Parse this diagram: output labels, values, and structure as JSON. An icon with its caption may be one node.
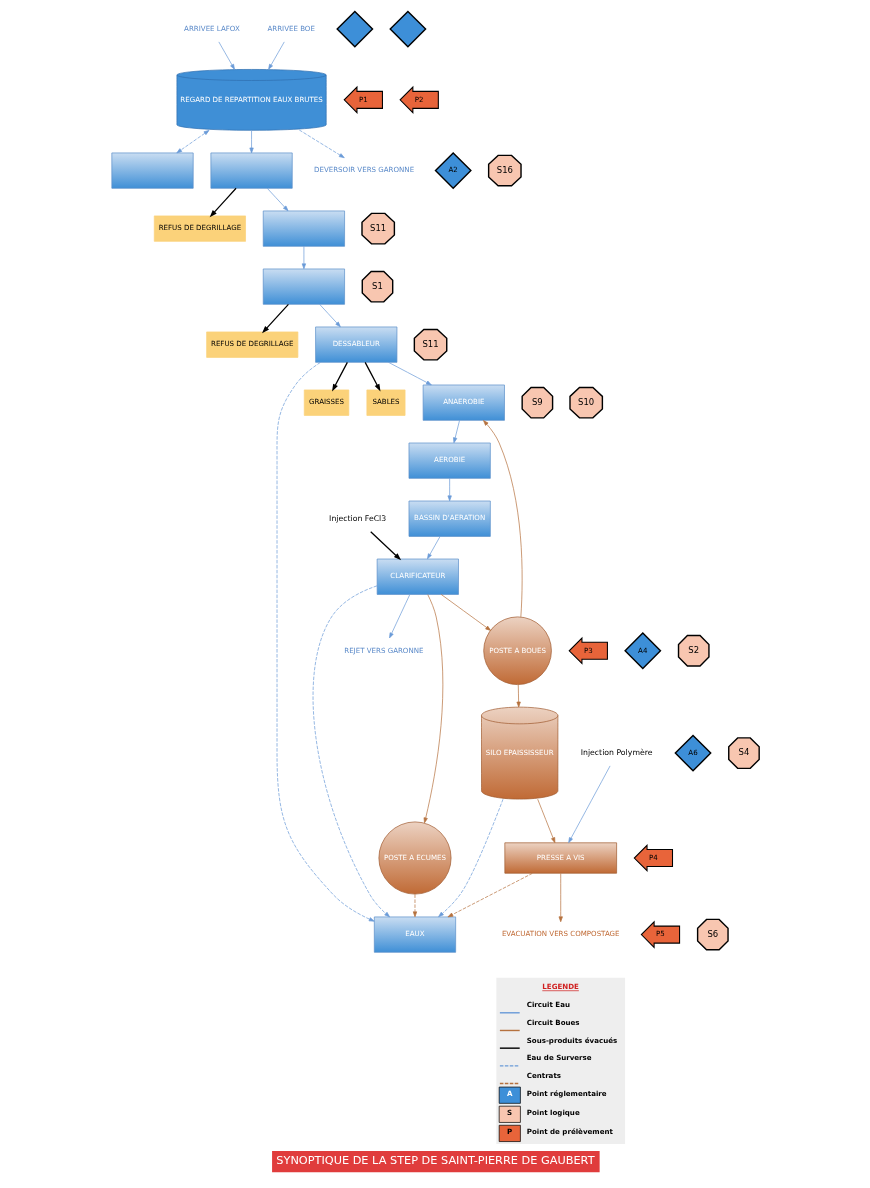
{
  "diagram": {
    "title": "SYNOPTIQUE DE LA STEP DE SAINT-PIERRE DE GAUBERT",
    "nodes": [
      {
        "text": [
          "ARRIVEE LAFOX"
        ]
      },
      {
        "text": [
          "ARRIVEE BOE"
        ]
      },
      {
        "text": [],
        "shape": "box"
      },
      {
        "text": [
          "REGARD DE REPARTITION EAUX BRUTES"
        ]
      },
      {
        "text": [
          "REFUS DE DEGRILLAGE"
        ]
      },
      {
        "text": [
          "S11"
        ]
      },
      {
        "text": [
          "S1"
        ]
      },
      {
        "text": [],
        "shape": "box"
      },
      {
        "text": [],
        "shape": "box"
      },
      {
        "text": [],
        "shape": "diamond"
      },
      {
        "text": [],
        "shape": "diamond"
      },
      {
        "text": [],
        "shape": "box"
      },
      {
        "text": [
          "REFUS DE DEGRILLAGE"
        ]
      },
      {
        "text": [
          "S11"
        ]
      },
      {
        "text": [
          "P1"
        ]
      },
      {
        "text": [
          "DEVERSOIR VERS GARONNE"
        ]
      },
      {
        "text": [
          "A2"
        ]
      },
      {
        "text": [
          "S16"
        ]
      },
      {
        "text": [
          "P2"
        ]
      },
      {
        "text": [
          "EAUX"
        ]
      },
      {
        "text": [
          "DESSABLEUR"
        ]
      },
      {
        "text": [
          "GRAISSES"
        ]
      },
      {
        "text": [
          "SABLES"
        ]
      },
      {
        "text": [
          "S9"
        ]
      },
      {
        "text": [
          "S10"
        ]
      },
      {
        "text": [
          "ANAEROBIE"
        ]
      },
      {
        "text": [
          "AEROBIE"
        ]
      },
      {
        "text": [
          "BASSIN D'AERATION"
        ]
      },
      {
        "text": [
          "POSTE A BOUES"
        ]
      },
      {
        "text": [
          "CLARIFICATEUR"
        ]
      },
      {
        "text": [
          "Injection FeCl3"
        ]
      },
      {
        "text": [
          "SILO EPAISSISSEUR"
        ]
      },
      {
        "text": [
          "A6"
        ]
      },
      {
        "text": [
          "S4"
        ]
      },
      {
        "text": [
          "POSTE A ECUMES"
        ]
      },
      {
        "text": [
          "P4"
        ]
      },
      {
        "text": [
          "PRESSE A VIS"
        ]
      },
      {
        "text": [
          "P3"
        ]
      },
      {
        "text": [
          "A4"
        ]
      },
      {
        "text": [
          "S2"
        ]
      },
      {
        "text": [
          "Injection Polymère"
        ]
      },
      {
        "text": [
          "P5"
        ]
      },
      {
        "text": [
          "S6"
        ]
      },
      {
        "text": [
          "EVACUATION VERS COMPOSTAGE"
        ]
      },
      {
        "text": [
          "REJET VERS GARONNE"
        ]
      }
    ],
    "edges": [
      {
        "from": 0,
        "to": 3,
        "arrow": "to"
      },
      {
        "from": 1,
        "to": 3,
        "arrow": "to"
      },
      {
        "from": 3,
        "to": 2,
        "arrow": "both",
        "style": "dashed"
      },
      {
        "from": 3,
        "to": 15,
        "arrow": "to",
        "style": "dashed"
      },
      {
        "from": 3,
        "to": 7,
        "arrow": "to"
      },
      {
        "from": 7,
        "to": 4,
        "arrow": "to",
        "color": "#000000"
      },
      {
        "from": 7,
        "to": 8,
        "arrow": "to"
      },
      {
        "from": 8,
        "to": 11,
        "arrow": "to"
      },
      {
        "from": 11,
        "to": 12,
        "arrow": "to",
        "color": "#000000"
      },
      {
        "from": 11,
        "to": 20,
        "arrow": "to"
      },
      {
        "from": 20,
        "to": 19,
        "arrow": "to",
        "style": "dashed"
      },
      {
        "from": 20,
        "to": 21,
        "arrow": "to",
        "color": "#000000"
      },
      {
        "from": 20,
        "to": 22,
        "arrow": "to",
        "color": "#000000"
      },
      {
        "from": 20,
        "to": 25,
        "arrow": "to"
      },
      {
        "from": 25,
        "to": 26,
        "arrow": "to"
      },
      {
        "from": 26,
        "to": 27,
        "arrow": "to"
      },
      {
        "from": 27,
        "to": 29,
        "arrow": "to"
      },
      {
        "from": 29,
        "to": 28,
        "arrow": "to",
        "color": "#b5713e"
      },
      {
        "from": 28,
        "to": 25,
        "arrow": "to",
        "color": "#b5713e"
      },
      {
        "from": 28,
        "to": 31,
        "arrow": "to",
        "color": "#b5713e"
      },
      {
        "from": 31,
        "to": 19,
        "arrow": "to",
        "style": "dashed"
      },
      {
        "from": 29,
        "to": 19,
        "arrow": "to",
        "style": "dashed"
      },
      {
        "from": 29,
        "to": 34,
        "arrow": "to",
        "color": "#b5713e"
      },
      {
        "from": 34,
        "to": 19,
        "arrow": "to",
        "style": "dashed",
        "color": "#b5713e"
      },
      {
        "from": 36,
        "to": 19,
        "arrow": "to",
        "style": "dashed",
        "color": "#b5713e"
      },
      {
        "from": 31,
        "to": 36,
        "arrow": "to",
        "color": "#b5713e"
      },
      {
        "from": 40,
        "to": 36,
        "arrow": "to"
      },
      {
        "from": 30,
        "to": 29,
        "arrow": "to",
        "color": "#000000"
      },
      {
        "from": 36,
        "to": 43,
        "arrow": "to",
        "color": "#b5713e"
      },
      {
        "from": 29,
        "to": 44,
        "arrow": "to"
      }
    ],
    "labels": [
      "LEGENDE",
      "A",
      "S",
      "P"
    ],
    "legend": [
      {
        "text": "Circuit Eau"
      },
      {
        "text": "Circuit Boues"
      },
      {
        "text": "Sous-produits évacués"
      },
      {
        "text": "Eau de Surverse"
      },
      {
        "text": "Centrats"
      },
      {
        "text": "Point réglementaire"
      },
      {
        "text": "Point logique"
      },
      {
        "text": "Point de prélèvement"
      }
    ]
  }
}
